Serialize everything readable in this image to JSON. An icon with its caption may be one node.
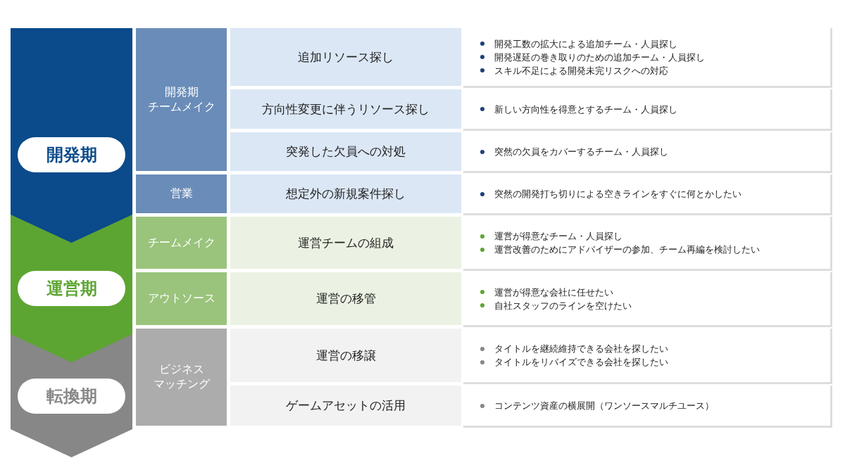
{
  "diagram": {
    "nodes": [
      {
        "text": [
          "開発期"
        ]
      },
      {
        "text": [
          "開発期チームメイク"
        ]
      },
      {
        "text": [
          "追加リソース探し"
        ]
      },
      {
        "text": [
          "開発工数の拡大による追加チーム・人員探し",
          "開発遅延の巻き取りのための追加チーム・人員探し",
          "スキル不足による開発未完リスクへの対応"
        ]
      },
      {
        "text": [
          "方向性変更に伴うリソース探し"
        ]
      },
      {
        "text": [
          "新しい方向性を得意とするチーム・人員探し"
        ]
      },
      {
        "text": [
          "突発した欠員への対処"
        ]
      },
      {
        "text": [
          "突然の欠員をカバーするチーム・人員探し"
        ]
      },
      {
        "text": [
          "営業"
        ]
      },
      {
        "text": [
          "想定外の新規案件探し"
        ]
      },
      {
        "text": [
          "突然の開発打ち切りによる空きラインをすぐに何とかしたい"
        ]
      },
      {
        "text": [
          "運営期"
        ]
      },
      {
        "text": [
          "チームメイク"
        ]
      },
      {
        "text": [
          "運営チームの組成"
        ]
      },
      {
        "text": [
          "運営が得意なチーム・人員探し",
          "運営改善のためにアドバイザーの参加、チーム再編を検討したい"
        ]
      },
      {
        "text": [
          "アウトソース"
        ]
      },
      {
        "text": [
          "運営の移管"
        ]
      },
      {
        "text": [
          "運営が得意な会社に任せたい",
          "自社スタッフのラインを空けたい"
        ]
      },
      {
        "text": [
          "転換期"
        ]
      },
      {
        "text": [
          "ビジネスマッチング"
        ]
      },
      {
        "text": [
          "運営の移譲"
        ]
      },
      {
        "text": [
          "タイトルを継続維持できる会社を探したい",
          "タイトルをリバイズできる会社を探したい"
        ]
      },
      {
        "text": [
          "ゲームアセットの活用"
        ]
      },
      {
        "text": [
          "コンテンツ資産の横展開（ワンソースマルチユース）"
        ]
      }
    ]
  }
}
